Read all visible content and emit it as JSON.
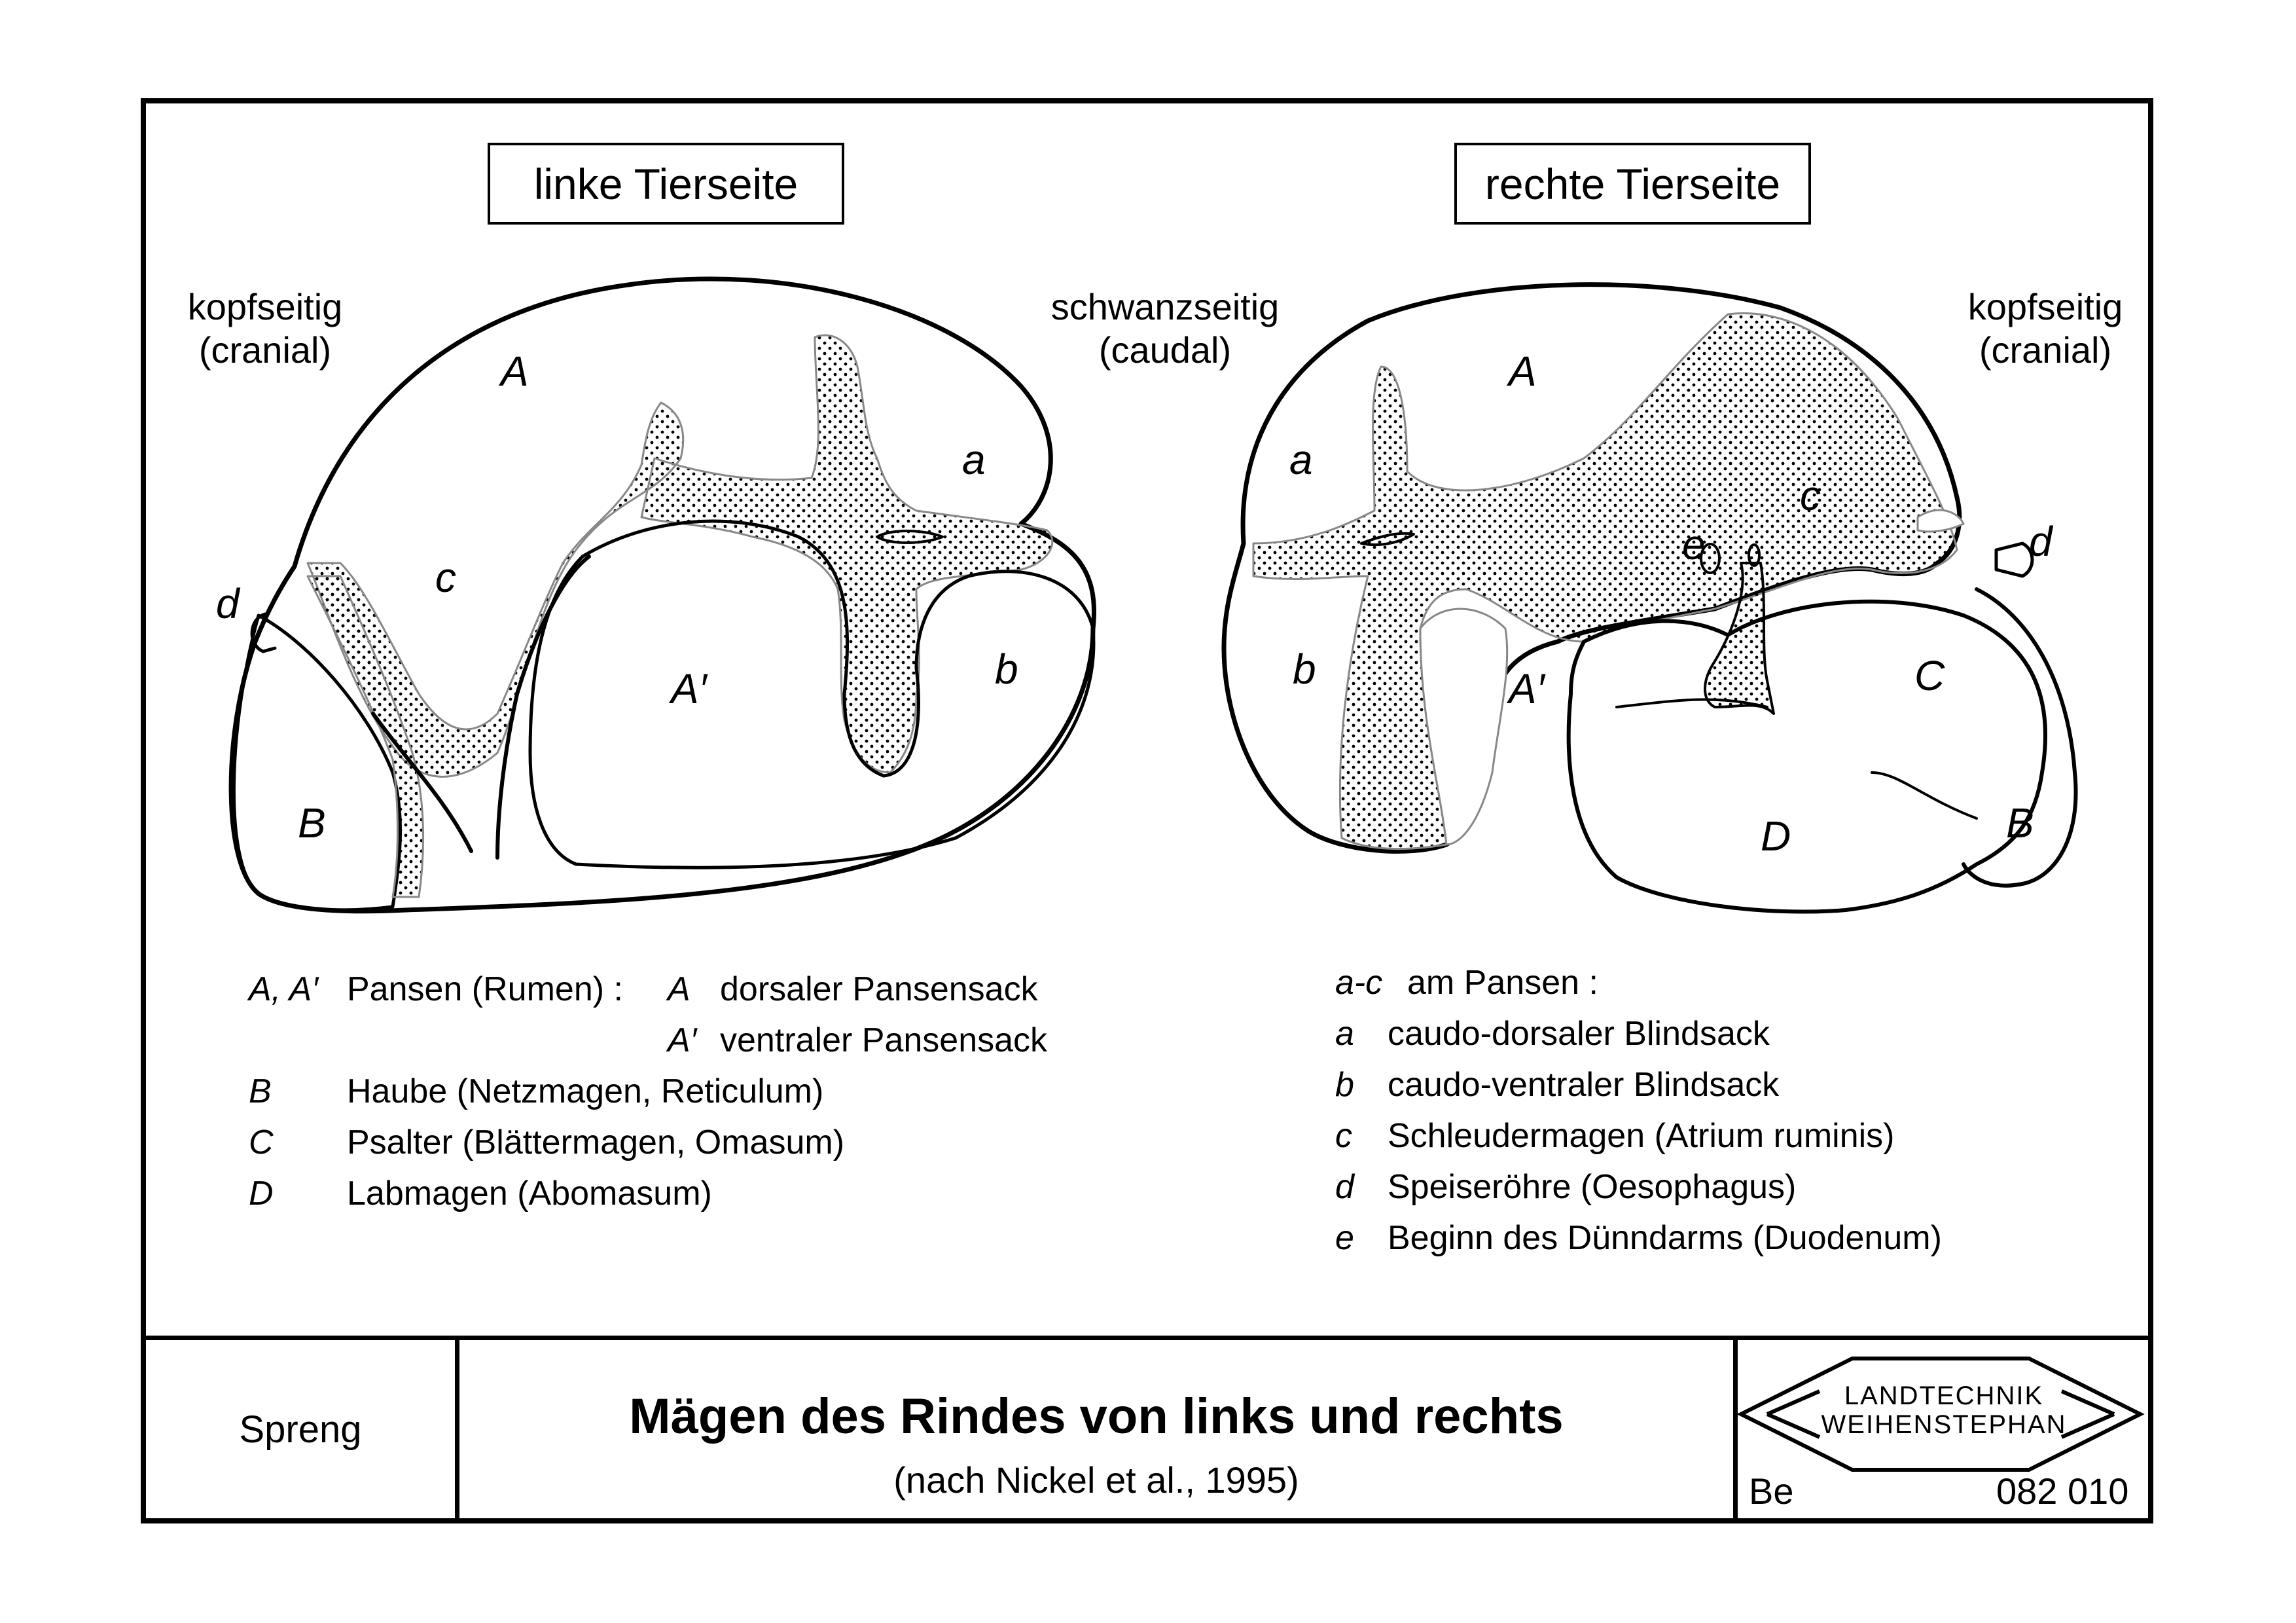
{
  "left_side": {
    "title": "linke Tierseite",
    "cranial_label": [
      "kopfseitig",
      "(cranial)"
    ],
    "caudal_label": [
      "schwanzseitig",
      "(caudal)"
    ]
  },
  "right_side": {
    "title": "rechte Tierseite",
    "cranial_label": [
      "kopfseitig",
      "(cranial)"
    ]
  },
  "diagram_labels": {
    "A": "A",
    "A_prime": "A′",
    "B": "B",
    "C": "C",
    "D": "D",
    "a": "a",
    "b": "b",
    "c": "c",
    "d": "d",
    "e": "e"
  },
  "legend_left": [
    {
      "key": "A, A′",
      "text": "Pansen (Rumen) :",
      "sub_key": "A",
      "sub_text": "dorsaler Pansensack"
    },
    {
      "key": "",
      "text": "",
      "sub_key": "A′",
      "sub_text": "ventraler Pansensack"
    },
    {
      "key": "B",
      "text": "Haube (Netzmagen, Reticulum)"
    },
    {
      "key": "C",
      "text": "Psalter (Blättermagen, Omasum)"
    },
    {
      "key": "D",
      "text": "Labmagen (Abomasum)"
    }
  ],
  "legend_right": {
    "header_key": "a-c",
    "header_text": "am Pansen :",
    "items": [
      {
        "key": "a",
        "text": "caudo-dorsaler Blindsack"
      },
      {
        "key": "b",
        "text": "caudo-ventraler Blindsack"
      },
      {
        "key": "c",
        "text": "Schleudermagen (Atrium ruminis)"
      },
      {
        "key": "d",
        "text": "Speiseröhre (Oesophagus)"
      },
      {
        "key": "e",
        "text": "Beginn des Dünndarms (Duodenum)"
      }
    ]
  },
  "footer": {
    "author": "Spreng",
    "title": "Mägen des Rindes von links und rechts",
    "subtitle": "(nach Nickel et al., 1995)",
    "logo_line1": "LANDTECHNIK",
    "logo_line2": "WEIHENSTEPHAN",
    "code_left": "Be",
    "code_right": "082 010"
  }
}
